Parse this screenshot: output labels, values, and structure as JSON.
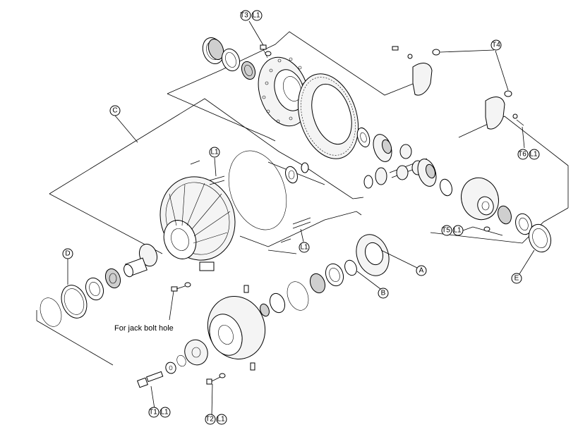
{
  "callouts": {
    "t3_l1": [
      "T3",
      "L1"
    ],
    "t4": [
      "T4"
    ],
    "c": "C",
    "l1_upper": [
      "L1"
    ],
    "t6_l1": [
      "T6",
      "L1"
    ],
    "t5_l1": [
      "T5",
      "L1"
    ],
    "l1_lower": [
      "L1"
    ],
    "d": "D",
    "a": "A",
    "b": "B",
    "e": "E",
    "t1_l1": [
      "T1",
      "L1"
    ],
    "t2_l1": [
      "T2",
      "L1"
    ]
  },
  "notes": {
    "jack_bolt": "For jack bolt hole"
  }
}
